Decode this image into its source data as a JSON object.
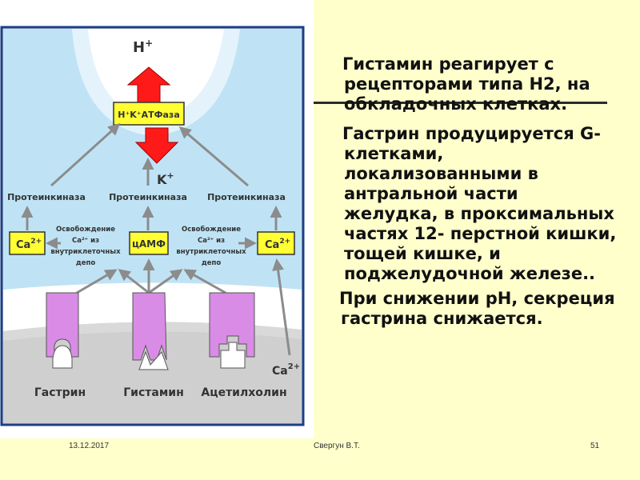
{
  "diagram": {
    "h_plus": "H",
    "h_plus_sup": "+",
    "pump_label": "H⁺K⁺АТФаза",
    "k_plus": "K",
    "k_plus_sup": "+",
    "kinase_left": "Протеинкиназа",
    "kinase_center": "Протеинкиназа",
    "kinase_right": "Протеинкиназа",
    "ca_left": "Ca",
    "ca_left_sup": "2+",
    "ca_right": "Ca",
    "ca_right_sup": "2+",
    "camp": "цАМФ",
    "release_left": [
      "Освобождение",
      "Ca²⁺ из",
      "внутриклеточных",
      "депо"
    ],
    "release_right": [
      "Освобождение",
      "Ca²⁺ из",
      "внутриклеточных",
      "депо"
    ],
    "ligand_gastrin": "Гастрин",
    "ligand_histamine": "Гистамин",
    "ligand_acetylcholine": "Ацетилхолин",
    "ca_external": "Ca",
    "ca_external_sup": "2+"
  },
  "text": {
    "para1": "Гистамин  реагирует с рецепторами типа Н2, на обкладочных клетках.",
    "para2": "Гастрин продуцируется G-клетками, локализованными в антральной части желудка, в проксимальных частях 12- перстной кишки, тощей кишке, и поджелудочной железе..",
    "para3": "При снижении рН, секреция гастрина снижается."
  },
  "footer": {
    "date": "13.12.2017",
    "author": "Свергун В.Т.",
    "page": "51"
  },
  "colors": {
    "cell": "#bfe3f5",
    "apical": "#e8f4fb",
    "border": "#1a3f8a",
    "pump": "#ff1a1a",
    "box": "#ffff33",
    "receptor": "#d98ce6",
    "membrane": "#ffffff",
    "outside": "#cfcfcf",
    "background": "#ffffcc"
  }
}
